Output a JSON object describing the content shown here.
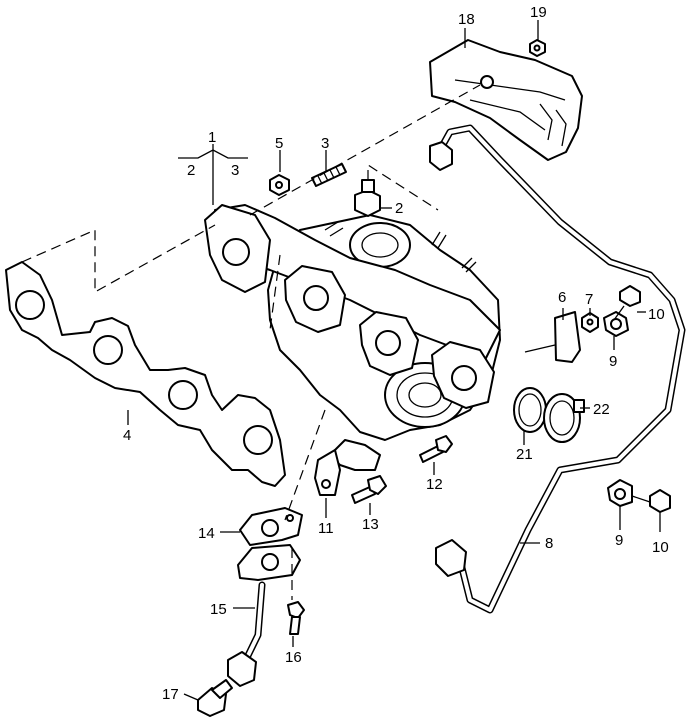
{
  "callouts": [
    {
      "id": "c1",
      "text": "1"
    },
    {
      "id": "c2a",
      "text": "2"
    },
    {
      "id": "c3a",
      "text": "3"
    },
    {
      "id": "c2",
      "text": "2"
    },
    {
      "id": "c3",
      "text": "3"
    },
    {
      "id": "c4",
      "text": "4"
    },
    {
      "id": "c5",
      "text": "5"
    },
    {
      "id": "c6",
      "text": "6"
    },
    {
      "id": "c7",
      "text": "7"
    },
    {
      "id": "c8",
      "text": "8"
    },
    {
      "id": "c9a",
      "text": "9"
    },
    {
      "id": "c9b",
      "text": "9"
    },
    {
      "id": "c10a",
      "text": "10"
    },
    {
      "id": "c10b",
      "text": "10"
    },
    {
      "id": "c11",
      "text": "11"
    },
    {
      "id": "c12",
      "text": "12"
    },
    {
      "id": "c13",
      "text": "13"
    },
    {
      "id": "c14",
      "text": "14"
    },
    {
      "id": "c15",
      "text": "15"
    },
    {
      "id": "c16",
      "text": "16"
    },
    {
      "id": "c17",
      "text": "17"
    },
    {
      "id": "c18",
      "text": "18"
    },
    {
      "id": "c19",
      "text": "19"
    },
    {
      "id": "c21",
      "text": "21"
    },
    {
      "id": "c22",
      "text": "22"
    }
  ]
}
